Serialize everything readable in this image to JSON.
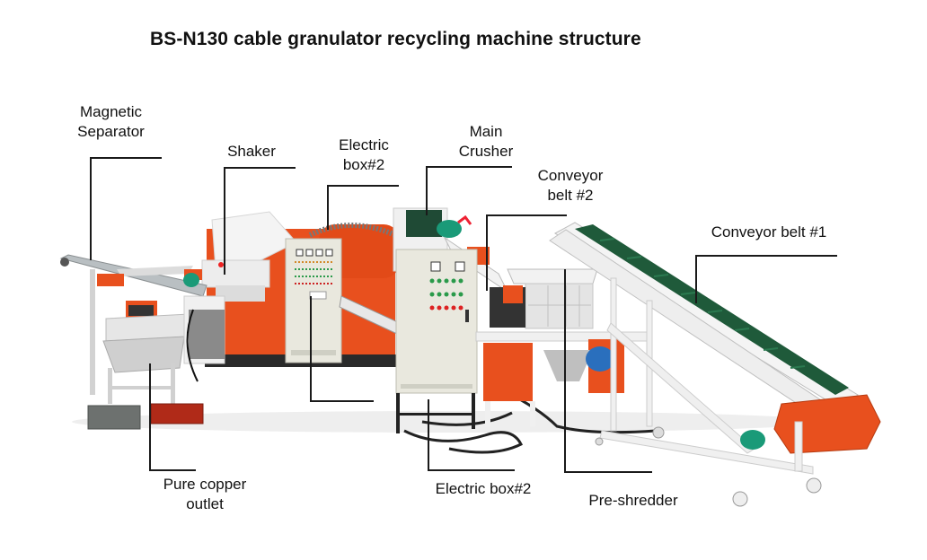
{
  "title": "BS-N130 cable granulator recycling machine structure",
  "labels": {
    "magnetic_separator": {
      "line1": "Magnetic",
      "line2": "Separator"
    },
    "shaker": {
      "line1": "Shaker"
    },
    "electric_box_top": {
      "line1": "Electric",
      "line2": "box#2"
    },
    "main_crusher": {
      "line1": "Main",
      "line2": "Crusher"
    },
    "conveyor_belt_2": {
      "line1": "Conveyor",
      "line2": "belt #2"
    },
    "conveyor_belt_1": {
      "line1": "Conveyor belt #1"
    },
    "pure_copper_outlet": {
      "line1": "Pure copper",
      "line2": "outlet"
    },
    "electric_box_bottom": {
      "line1": "Electric box#2"
    },
    "pre_shredder": {
      "line1": "Pre-shredder"
    }
  },
  "colors": {
    "machine_orange": "#e8501e",
    "cabinet_beige": "#e9e8de",
    "frame_white": "#f2f2f2",
    "belt_green": "#1f5a3a",
    "motor_teal": "#1a9a78",
    "cable_black": "#222222",
    "bin_red": "#b02a18",
    "bin_gray": "#6d716f"
  }
}
